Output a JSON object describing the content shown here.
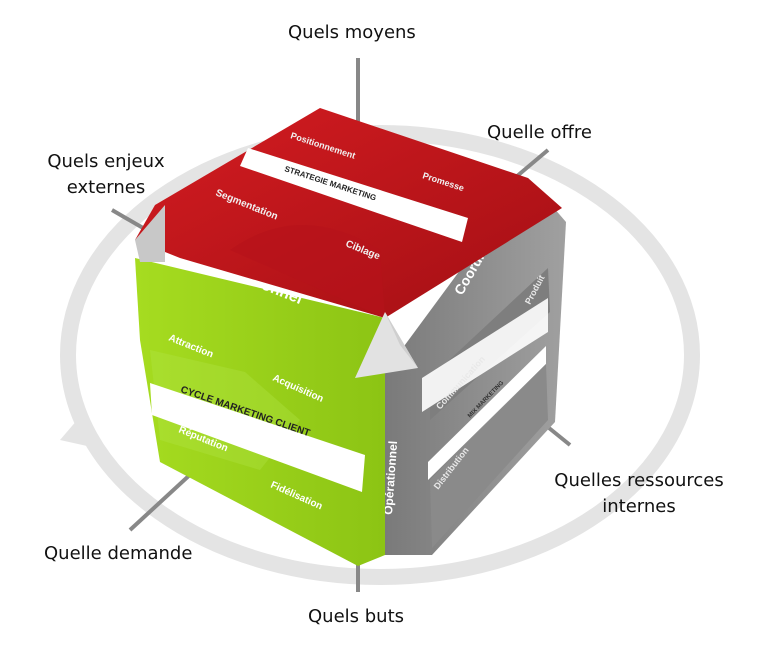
{
  "callouts": {
    "moyens": "Quels moyens",
    "offre": "Quelle offre",
    "enjeux_line1": "Quels enjeux",
    "enjeux_line2": "externes",
    "ressources_line1": "Quelles ressources",
    "ressources_line2": "internes",
    "demande": "Quelle demande",
    "buts": "Quels buts"
  },
  "top_face": {
    "band": "STRATEGIE MARKETING",
    "items": [
      "Positionnement",
      "Promesse",
      "Segmentation",
      "Ciblage"
    ]
  },
  "front_face": {
    "edge_label": "Relationnel",
    "band": "CYCLE MARKETING CLIENT",
    "items": [
      "Attraction",
      "Acquisition",
      "Réputation",
      "Fidélisation"
    ]
  },
  "right_face": {
    "edge_label_top": "Coordination",
    "edge_label_side": "Opérationnel",
    "band": "MIX MARKETING",
    "items": [
      "Produit",
      "Communication",
      "Distribution"
    ]
  },
  "colors": {
    "red": "#c1141a",
    "dark_red": "#9c0c11",
    "green": "#9bd31c",
    "light_green": "#b6e84a",
    "gray": "#8f8f8f",
    "dark_gray": "#6f6f6f",
    "ring": "#e6e6e6"
  }
}
